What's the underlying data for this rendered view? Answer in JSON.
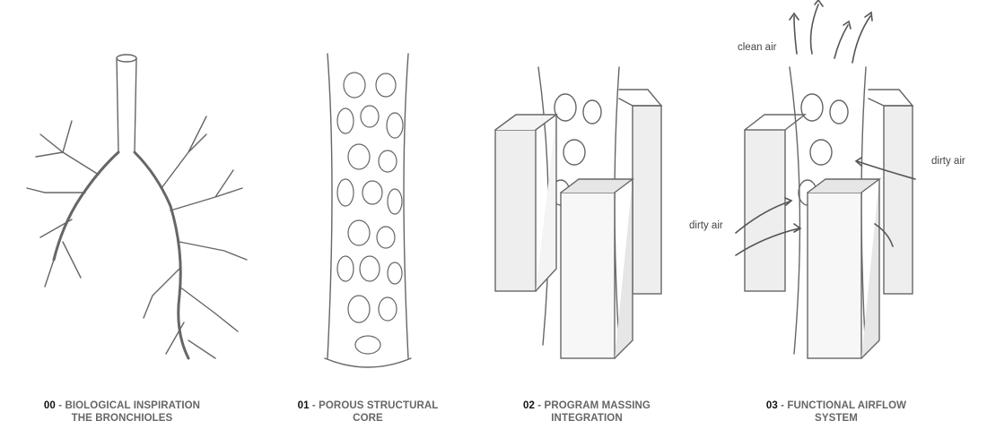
{
  "panels": [
    {
      "number": "00",
      "title_line1": "BIOLOGICAL INSPIRATION",
      "title_line2": "THE BRONCHIOLES"
    },
    {
      "number": "01",
      "title_line1": "POROUS STRUCTURAL",
      "title_line2": "CORE"
    },
    {
      "number": "02",
      "title_line1": "PROGRAM MASSING",
      "title_line2": "INTEGRATION"
    },
    {
      "number": "03",
      "title_line1": "FUNCTIONAL AIRFLOW",
      "title_line2": "SYSTEM"
    }
  ],
  "separator": " - ",
  "annotations": {
    "clean_air": "clean air",
    "dirty_air_left": "dirty air",
    "dirty_air_right": "dirty air"
  }
}
